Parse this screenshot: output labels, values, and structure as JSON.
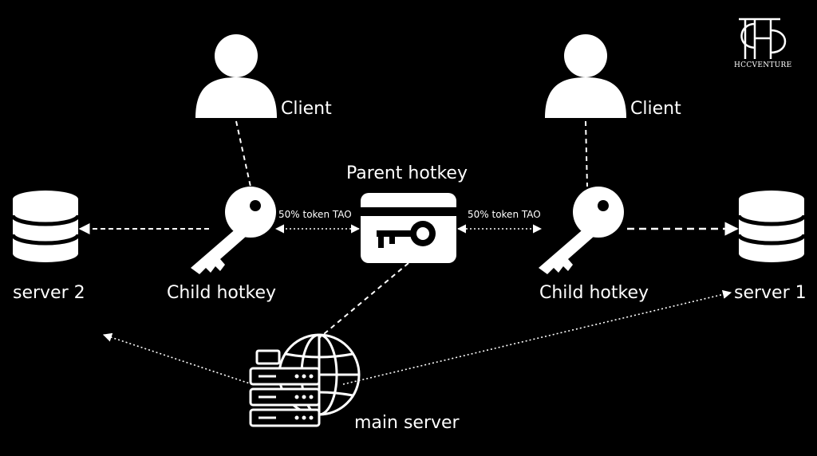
{
  "nodes": {
    "client_left": "Client",
    "client_right": "Client",
    "parent_hotkey": "Parent hotkey",
    "child_hotkey_left": "Child hotkey",
    "child_hotkey_right": "Child hotkey",
    "server_2": "server 2",
    "server_1": "server 1",
    "main_server": "main server"
  },
  "edges": {
    "share_left": "50% token TAO",
    "share_right": "50% token TAO"
  },
  "logo": {
    "text": "HCCVENTURE"
  },
  "icons": [
    "person-icon",
    "key-icon",
    "keycard-icon",
    "database-icon",
    "server-rack-icon",
    "globe-icon"
  ],
  "colors": {
    "background": "#000000",
    "foreground": "#ffffff"
  }
}
